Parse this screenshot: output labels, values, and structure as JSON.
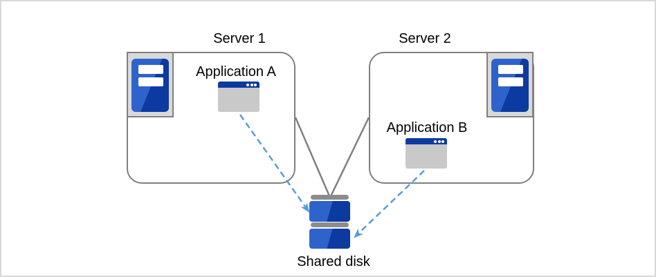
{
  "diagram": {
    "nodes": {
      "server1": {
        "label": "Server 1",
        "icon": "server-icon"
      },
      "server2": {
        "label": "Server 2",
        "icon": "server-icon"
      },
      "app_a": {
        "label": "Application A",
        "icon": "application-window-icon"
      },
      "app_b": {
        "label": "Application B",
        "icon": "application-window-icon"
      },
      "shared_disk": {
        "label": "Shared disk",
        "icon": "shared-disk-icon"
      }
    },
    "edges": [
      {
        "from": "server1",
        "to": "shared_disk",
        "style": "solid",
        "color": "#7f7f7f"
      },
      {
        "from": "server2",
        "to": "shared_disk",
        "style": "solid",
        "color": "#7f7f7f"
      },
      {
        "from": "app_a",
        "to": "shared_disk",
        "style": "dashed-arrow",
        "color": "#5b9bd5"
      },
      {
        "from": "app_b",
        "to": "shared_disk",
        "style": "dashed-arrow",
        "color": "#5b9bd5"
      }
    ],
    "colors": {
      "line_gray": "#7f7f7f",
      "arrow_blue": "#5b9bd5",
      "icon_blue_light": "#2e63cb",
      "icon_blue_dark": "#0c3aa0",
      "title_bar_blue": "#0b3aa0",
      "frame_gray": "#d9d9d9",
      "window_body_gray": "#c9c9c9",
      "disk_cap_gray": "#8c8c8c",
      "canvas_border": "#d8d8d8"
    }
  }
}
